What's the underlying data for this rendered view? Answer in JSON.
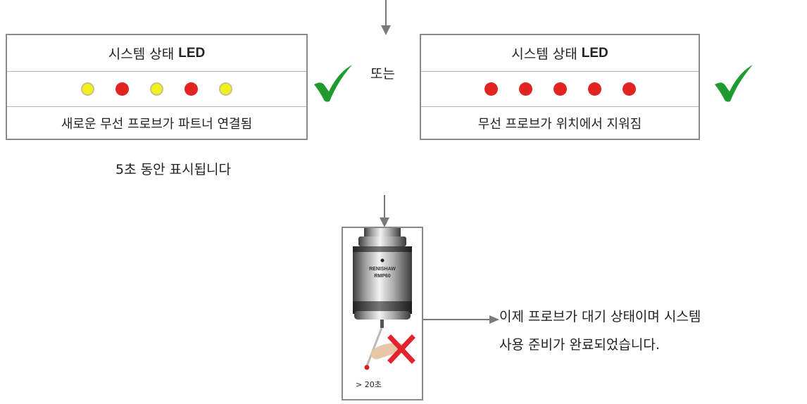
{
  "panels": [
    {
      "title_prefix": "시스템 상태",
      "title_led": "LED",
      "leds": [
        "yellow",
        "red",
        "yellow",
        "red",
        "yellow"
      ],
      "caption": "새로운 무선 프로브가 파트너 연결됨"
    },
    {
      "title_prefix": "시스템 상태",
      "title_led": "LED",
      "leds": [
        "red",
        "red",
        "red",
        "red",
        "red"
      ],
      "caption": "무선 프로브가 위치에서 지워짐"
    }
  ],
  "or_label": "또는",
  "duration_label": "5초 동안 표시됩니다",
  "probe": {
    "brand": "RENISHAW",
    "model": "RMP60",
    "time_label": "> 20초"
  },
  "result_lines": [
    "이제 프로브가 대기 상태이며 시스템",
    "사용 준비가 완료되었습니다."
  ],
  "colors": {
    "led_yellow": "#f2ef1d",
    "led_red": "#e32222",
    "check_green": "#1f9a2e",
    "cross_red": "#e2242c",
    "arrow_grey": "#7a7a7a",
    "border_grey": "#8a8a8a"
  },
  "icons": [
    "check-icon",
    "cross-icon",
    "arrow-down-icon",
    "arrow-right-icon"
  ]
}
